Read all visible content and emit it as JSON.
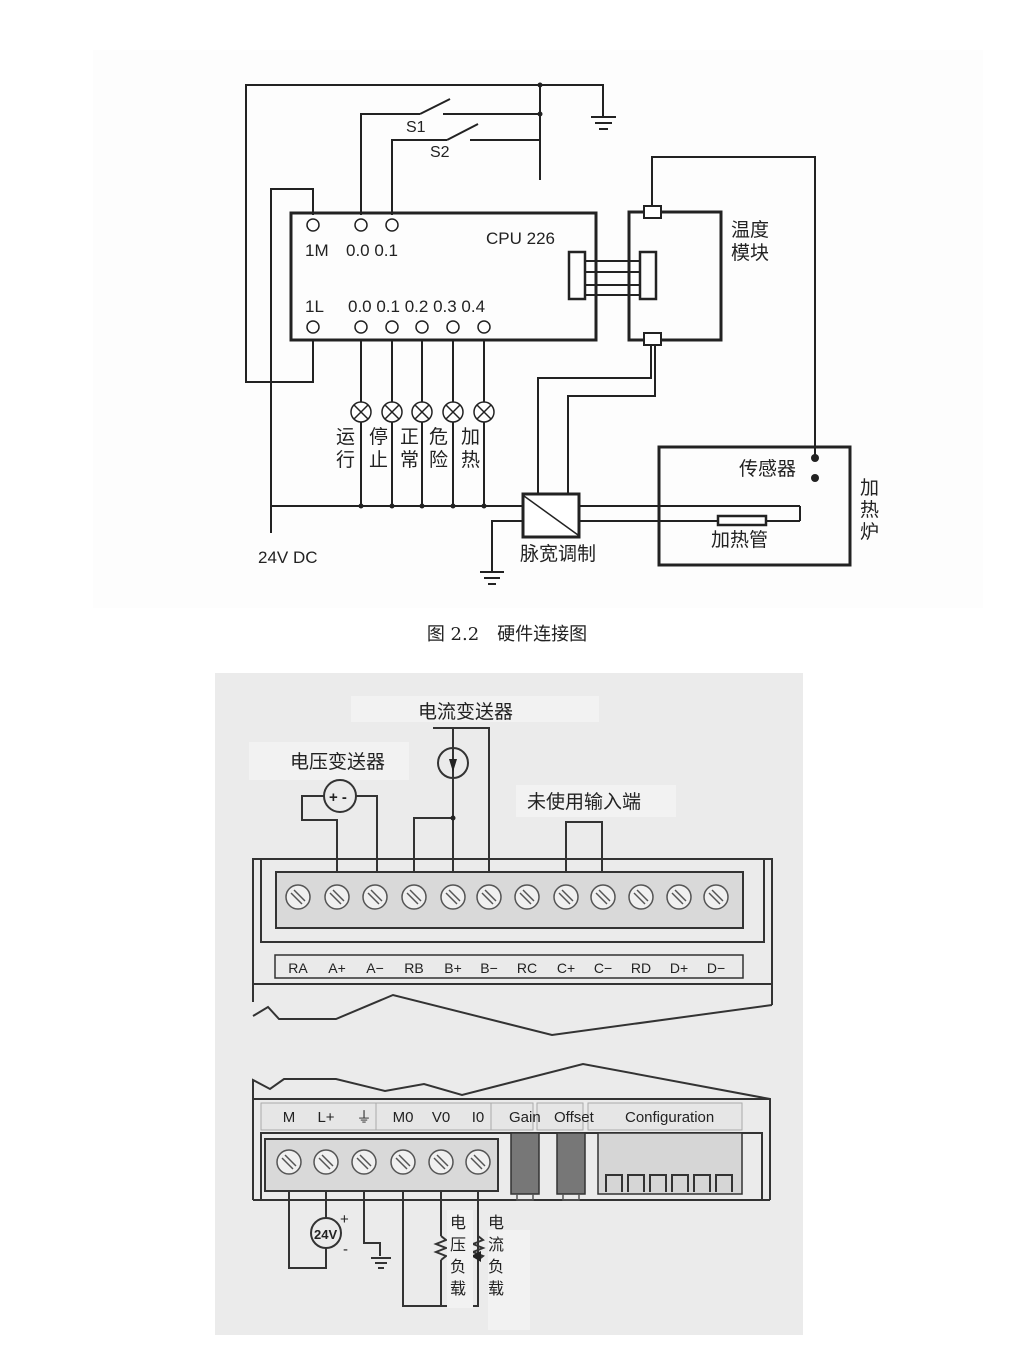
{
  "figure_top": {
    "cpu": {
      "title": "CPU 226",
      "input_labels": [
        "1M",
        "0.0 0.1"
      ],
      "output_labels": [
        "1L",
        "0.0 0.1 0.2 0.3 0.4"
      ]
    },
    "switches": [
      "S1",
      "S2"
    ],
    "temp_module": [
      "温度",
      "模块"
    ],
    "lamps": [
      {
        "label": [
          "运",
          "行"
        ]
      },
      {
        "label": [
          "停",
          "止"
        ]
      },
      {
        "label": [
          "正",
          "常"
        ]
      },
      {
        "label": [
          "危",
          "险"
        ]
      },
      {
        "label": [
          "加",
          "热"
        ]
      }
    ],
    "supply": "24V DC",
    "pwm": "脉宽调制",
    "sensor": "传感器",
    "heater_tube": "加热管",
    "furnace": [
      "加",
      "热",
      "炉"
    ]
  },
  "caption": "图 2.2　硬件连接图",
  "figure_bottom": {
    "current_transmitter": "电流变送器",
    "voltage_transmitter": "电压变送器",
    "unused_inputs": "未使用输入端",
    "top_terminals": [
      "RA",
      "A+",
      "A−",
      "RB",
      "B+",
      "B−",
      "RC",
      "C+",
      "C−",
      "RD",
      "D+",
      "D−"
    ],
    "bottom_terminals_group1": [
      "M",
      "L+",
      "⏚"
    ],
    "bottom_terminals_group2": [
      "M0",
      "V0",
      "I0"
    ],
    "gain": "Gain",
    "offset": "Offset",
    "configuration": "Configuration",
    "supply_24v": "24V",
    "plus": "+",
    "minus": "-",
    "voltage_load": [
      "电",
      "压",
      "负",
      "载"
    ],
    "current_load": [
      "电",
      "流",
      "负",
      "载"
    ]
  }
}
